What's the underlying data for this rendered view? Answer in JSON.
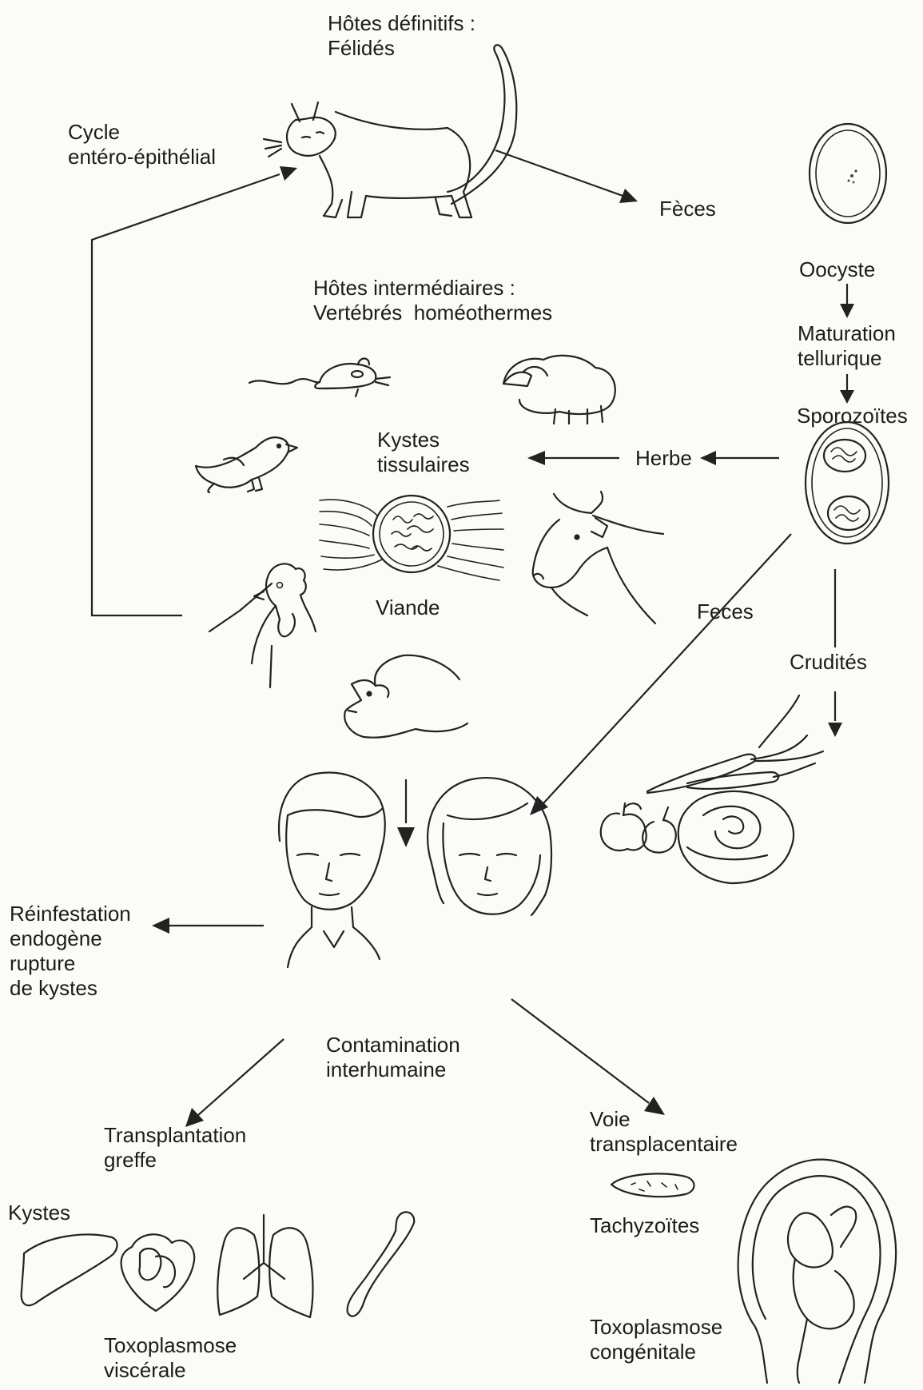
{
  "labels": {
    "definitive_hosts": "Hôtes définitifs :\nFélidés",
    "cycle": "Cycle\nentéro-épithélial",
    "feces_top": "Fèces",
    "oocyst": "Oocyste",
    "maturation": "Maturation\ntellurique",
    "sporozoites": "Sporozoïtes",
    "intermediate_hosts": "Hôtes intermédiaires :\nVertébrés  homéothermes",
    "tissue_cysts": "Kystes\ntissulaires",
    "grass": "Herbe",
    "meat": "Viande",
    "feces_mid": "Feces",
    "raw_veg": "Crudités",
    "reinfestation": "Réinfestation\nendogène\nrupture\nde kystes",
    "interhuman": "Contamination\ninterhumaine",
    "transplant": "Transplantation\ngreffe",
    "transplacental": "Voie\ntransplacentaire",
    "tachyzoites": "Tachyzoïtes",
    "cysts": "Kystes",
    "visceral": "Toxoplasmose\nviscérale",
    "congenital": "Toxoplasmose\ncongénitale"
  },
  "icons": {
    "cat": "cat-icon",
    "oocyst": "oocyst-icon",
    "sporulated_oocyst": "sporulated-oocyst-icon",
    "mouse": "mouse-icon",
    "sheep": "sheep-icon",
    "bird": "bird-icon",
    "tissue_cyst": "tissue-cyst-icon",
    "cow": "cow-icon",
    "chicken": "chicken-icon",
    "pig": "pig-icon",
    "vegetables": "vegetables-icon",
    "man": "man-icon",
    "woman": "woman-icon",
    "tachyzoite": "tachyzoite-icon",
    "liver": "liver-icon",
    "heart": "heart-icon",
    "lungs": "lungs-icon",
    "bone": "bone-icon",
    "fetus": "fetus-in-uterus-icon"
  },
  "colors": {
    "ink": "#1c1c1c",
    "paper": "#fbfbf8"
  }
}
